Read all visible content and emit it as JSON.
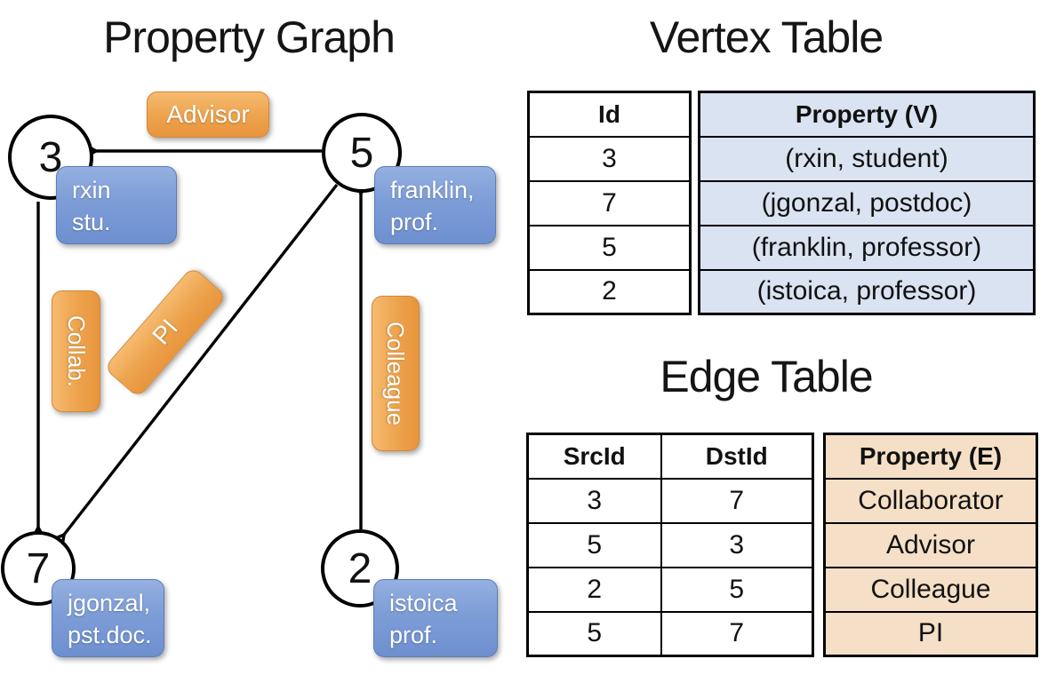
{
  "graph": {
    "title": "Property Graph",
    "nodes": {
      "n3": {
        "id": "3",
        "line1": "rxin",
        "line2": "stu."
      },
      "n5": {
        "id": "5",
        "line1": "franklin,",
        "line2": "prof."
      },
      "n7": {
        "id": "7",
        "line1": "jgonzal,",
        "line2": "pst.doc."
      },
      "n2": {
        "id": "2",
        "line1": "istoica",
        "line2": "prof."
      }
    },
    "edge_labels": {
      "advisor": "Advisor",
      "collab": "Collab.",
      "pi": "PI",
      "colleague": "Colleague"
    }
  },
  "vertex_table": {
    "title": "Vertex Table",
    "headers": {
      "id": "Id",
      "property": "Property (V)"
    },
    "rows": [
      {
        "id": "3",
        "property": "(rxin, student)"
      },
      {
        "id": "7",
        "property": "(jgonzal, postdoc)"
      },
      {
        "id": "5",
        "property": "(franklin, professor)"
      },
      {
        "id": "2",
        "property": "(istoica, professor)"
      }
    ]
  },
  "edge_table": {
    "title": "Edge Table",
    "headers": {
      "src": "SrcId",
      "dst": "DstId",
      "property": "Property (E)"
    },
    "rows": [
      {
        "src": "3",
        "dst": "7",
        "property": "Collaborator"
      },
      {
        "src": "5",
        "dst": "3",
        "property": "Advisor"
      },
      {
        "src": "2",
        "dst": "5",
        "property": "Colleague"
      },
      {
        "src": "5",
        "dst": "7",
        "property": "PI"
      }
    ]
  },
  "colors": {
    "edge_label_orange": "#eda24c",
    "vertex_box_blue": "#7d9dd7",
    "vertex_row_fill": "#dae3f2",
    "edge_row_fill": "#f5dfc6",
    "line_black": "#000000"
  }
}
